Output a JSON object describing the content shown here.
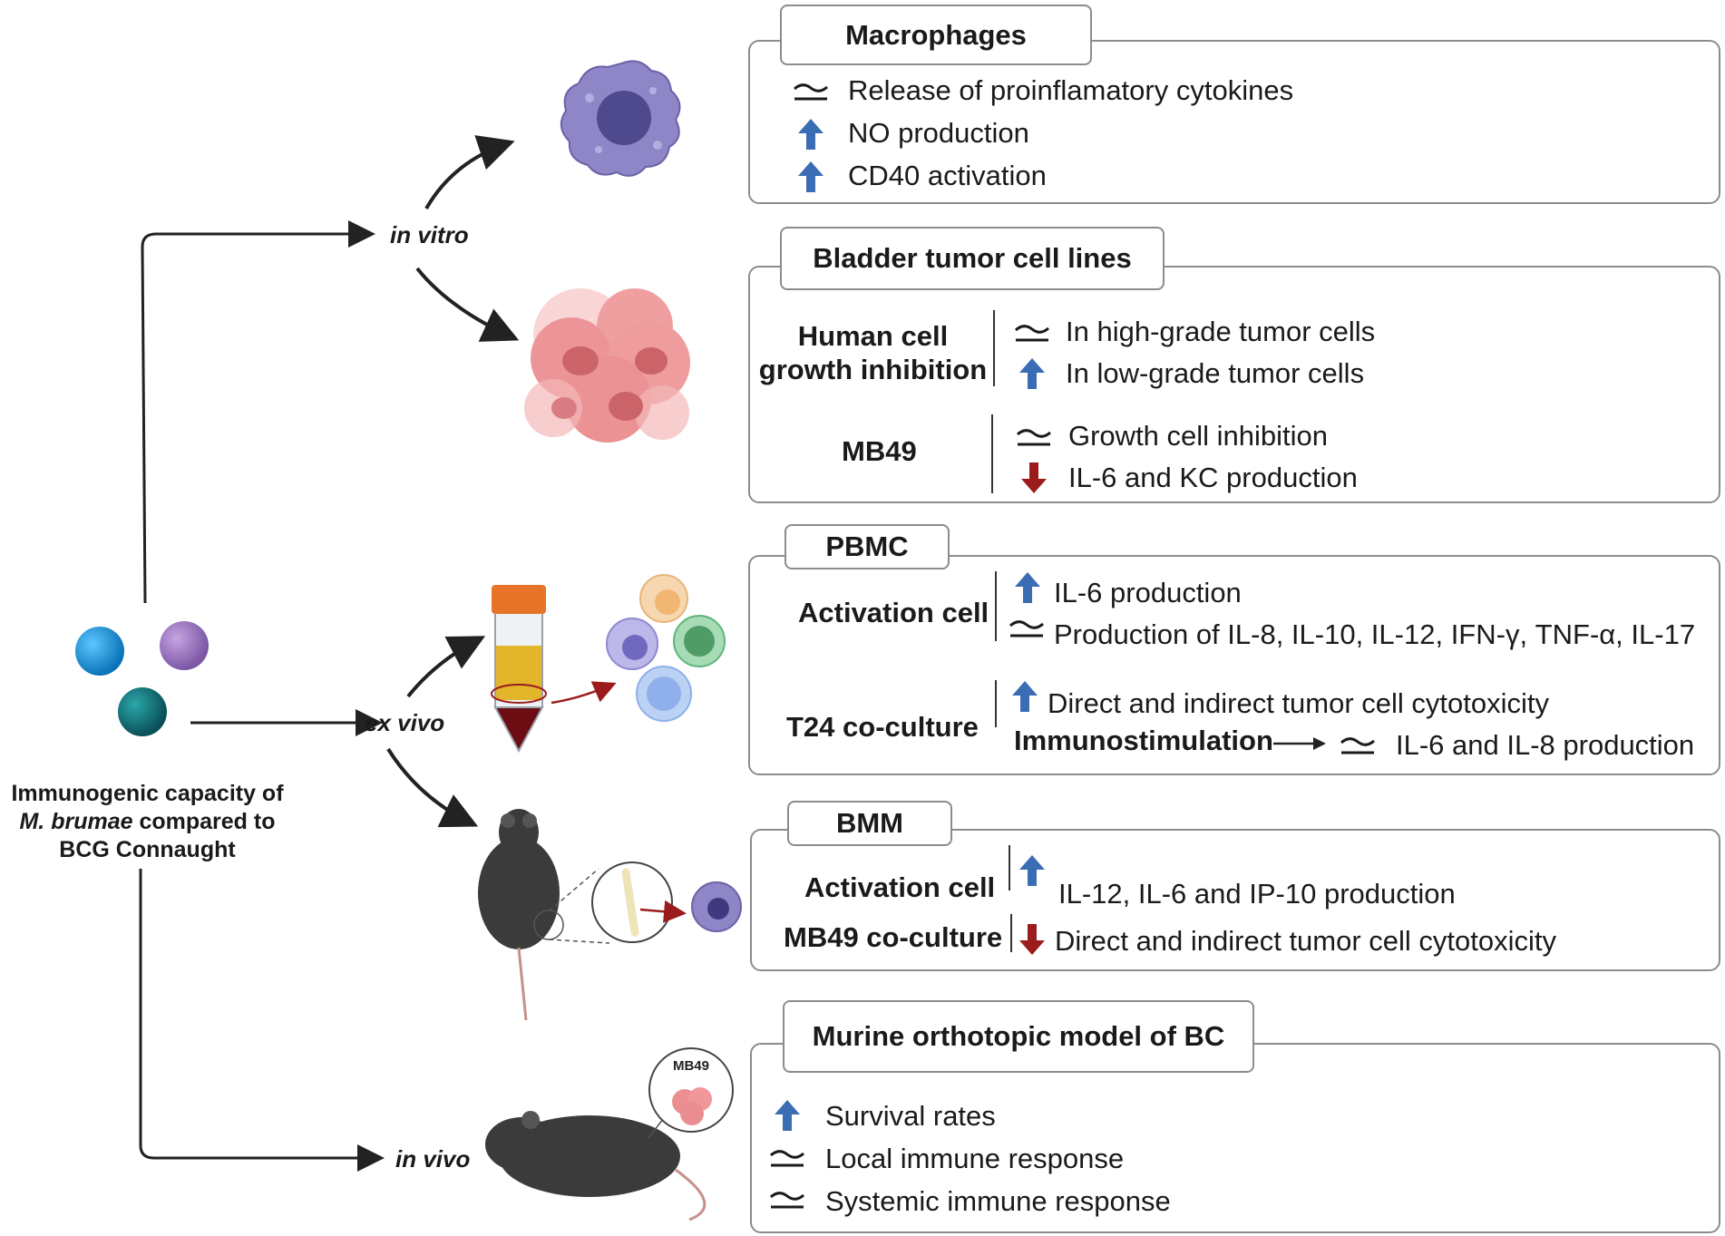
{
  "colors": {
    "up": "#3a6db3",
    "down": "#9b1c1c",
    "border": "#8c8c8c",
    "approx": "#1a1a1a"
  },
  "source": {
    "label_line1": "Immunogenic capacity of",
    "label_line2_italic": "M. brumae",
    "label_line2_rest": " compared to",
    "label_line3": "BCG Connaught"
  },
  "routes": {
    "in_vitro": "in vitro",
    "ex_vivo": "ex vivo",
    "in_vivo": "in vivo"
  },
  "illustrations": {
    "macrophage": "macrophage-cell",
    "tumor": "bladder-tumor-cells",
    "blood_tube": "blood-tube",
    "pbmc": "pbmc-cells",
    "mouse_bmm": "mouse-with-bone",
    "mouse_invivo": "mouse-orthotopic",
    "mb49_label": "MB49"
  },
  "macrophages": {
    "title": "Macrophages",
    "items": [
      {
        "symbol": "approx",
        "text": "Release of proinflamatory cytokines"
      },
      {
        "symbol": "up",
        "text": "NO production"
      },
      {
        "symbol": "up",
        "text": "CD40 activation"
      }
    ]
  },
  "bladder": {
    "title": "Bladder tumor cell lines",
    "human_label_1": "Human cell",
    "human_label_2": "growth inhibition",
    "human_items": [
      {
        "symbol": "approx",
        "text": "In high-grade tumor cells"
      },
      {
        "symbol": "up",
        "text": "In low-grade tumor cells"
      }
    ],
    "mb49_label": "MB49",
    "mb49_items": [
      {
        "symbol": "approx",
        "text": "Growth cell inhibition"
      },
      {
        "symbol": "down",
        "text": "IL-6 and KC production"
      }
    ]
  },
  "pbmc": {
    "title": "PBMC",
    "activation_label": "Activation cell",
    "activation_items": [
      {
        "symbol": "up",
        "text": "IL-6 production"
      },
      {
        "symbol": "approx",
        "text": "Production of IL-8, IL-10, IL-12, IFN-γ, TNF-α, IL-17"
      }
    ],
    "t24_label": "T24 co-culture",
    "t24_item_up": "Direct and indirect tumor cell cytotoxicity",
    "immunostimulation": "Immunostimulation",
    "t24_item_approx": "IL-6 and IL-8 production"
  },
  "bmm": {
    "title": "BMM",
    "activation_label": "Activation cell",
    "activation_item": "IL-12, IL-6 and IP-10 production",
    "mb49_label": "MB49 co-culture",
    "mb49_item": "Direct and indirect tumor cell cytotoxicity"
  },
  "murine": {
    "title": "Murine orthotopic model of BC",
    "items": [
      {
        "symbol": "up",
        "text": "Survival rates"
      },
      {
        "symbol": "approx",
        "text": "Local immune response"
      },
      {
        "symbol": "approx",
        "text": "Systemic immune response"
      }
    ]
  }
}
